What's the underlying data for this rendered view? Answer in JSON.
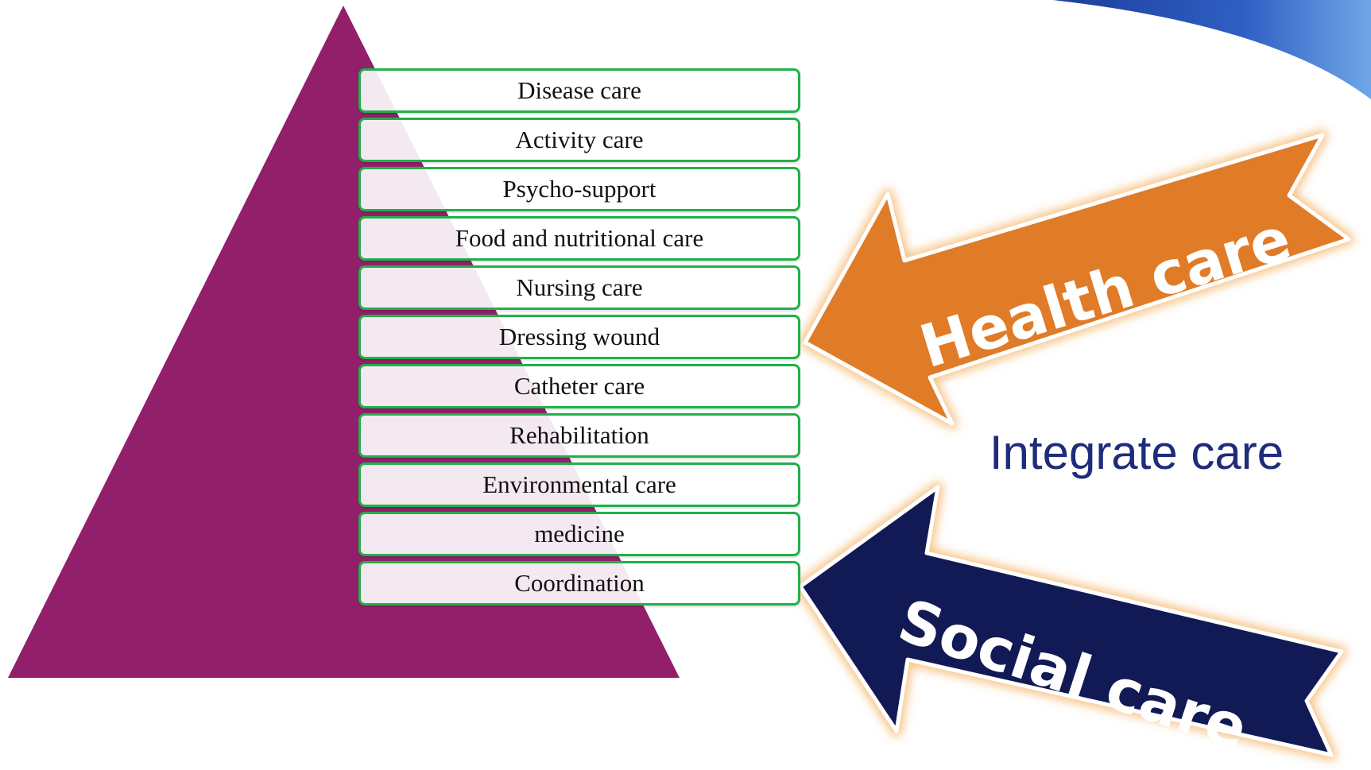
{
  "care_items": [
    "Disease care",
    "Activity care",
    "Psycho-support",
    "Food and nutritional care",
    "Nursing care",
    "Dressing wound",
    "Catheter care",
    "Rehabilitation",
    "Environmental care",
    "medicine",
    "Coordination"
  ],
  "arrows": {
    "health": {
      "label": "Health care",
      "color": "#e07b27",
      "glow": "#f7c488"
    },
    "social": {
      "label": "Social care",
      "color": "#121a55",
      "glow": "#f7c488"
    }
  },
  "integrate_label": "Integrate care",
  "colors": {
    "pyramid": "#921f69",
    "item_border": "#22b04a",
    "integrate_text": "#1f2c7a"
  }
}
